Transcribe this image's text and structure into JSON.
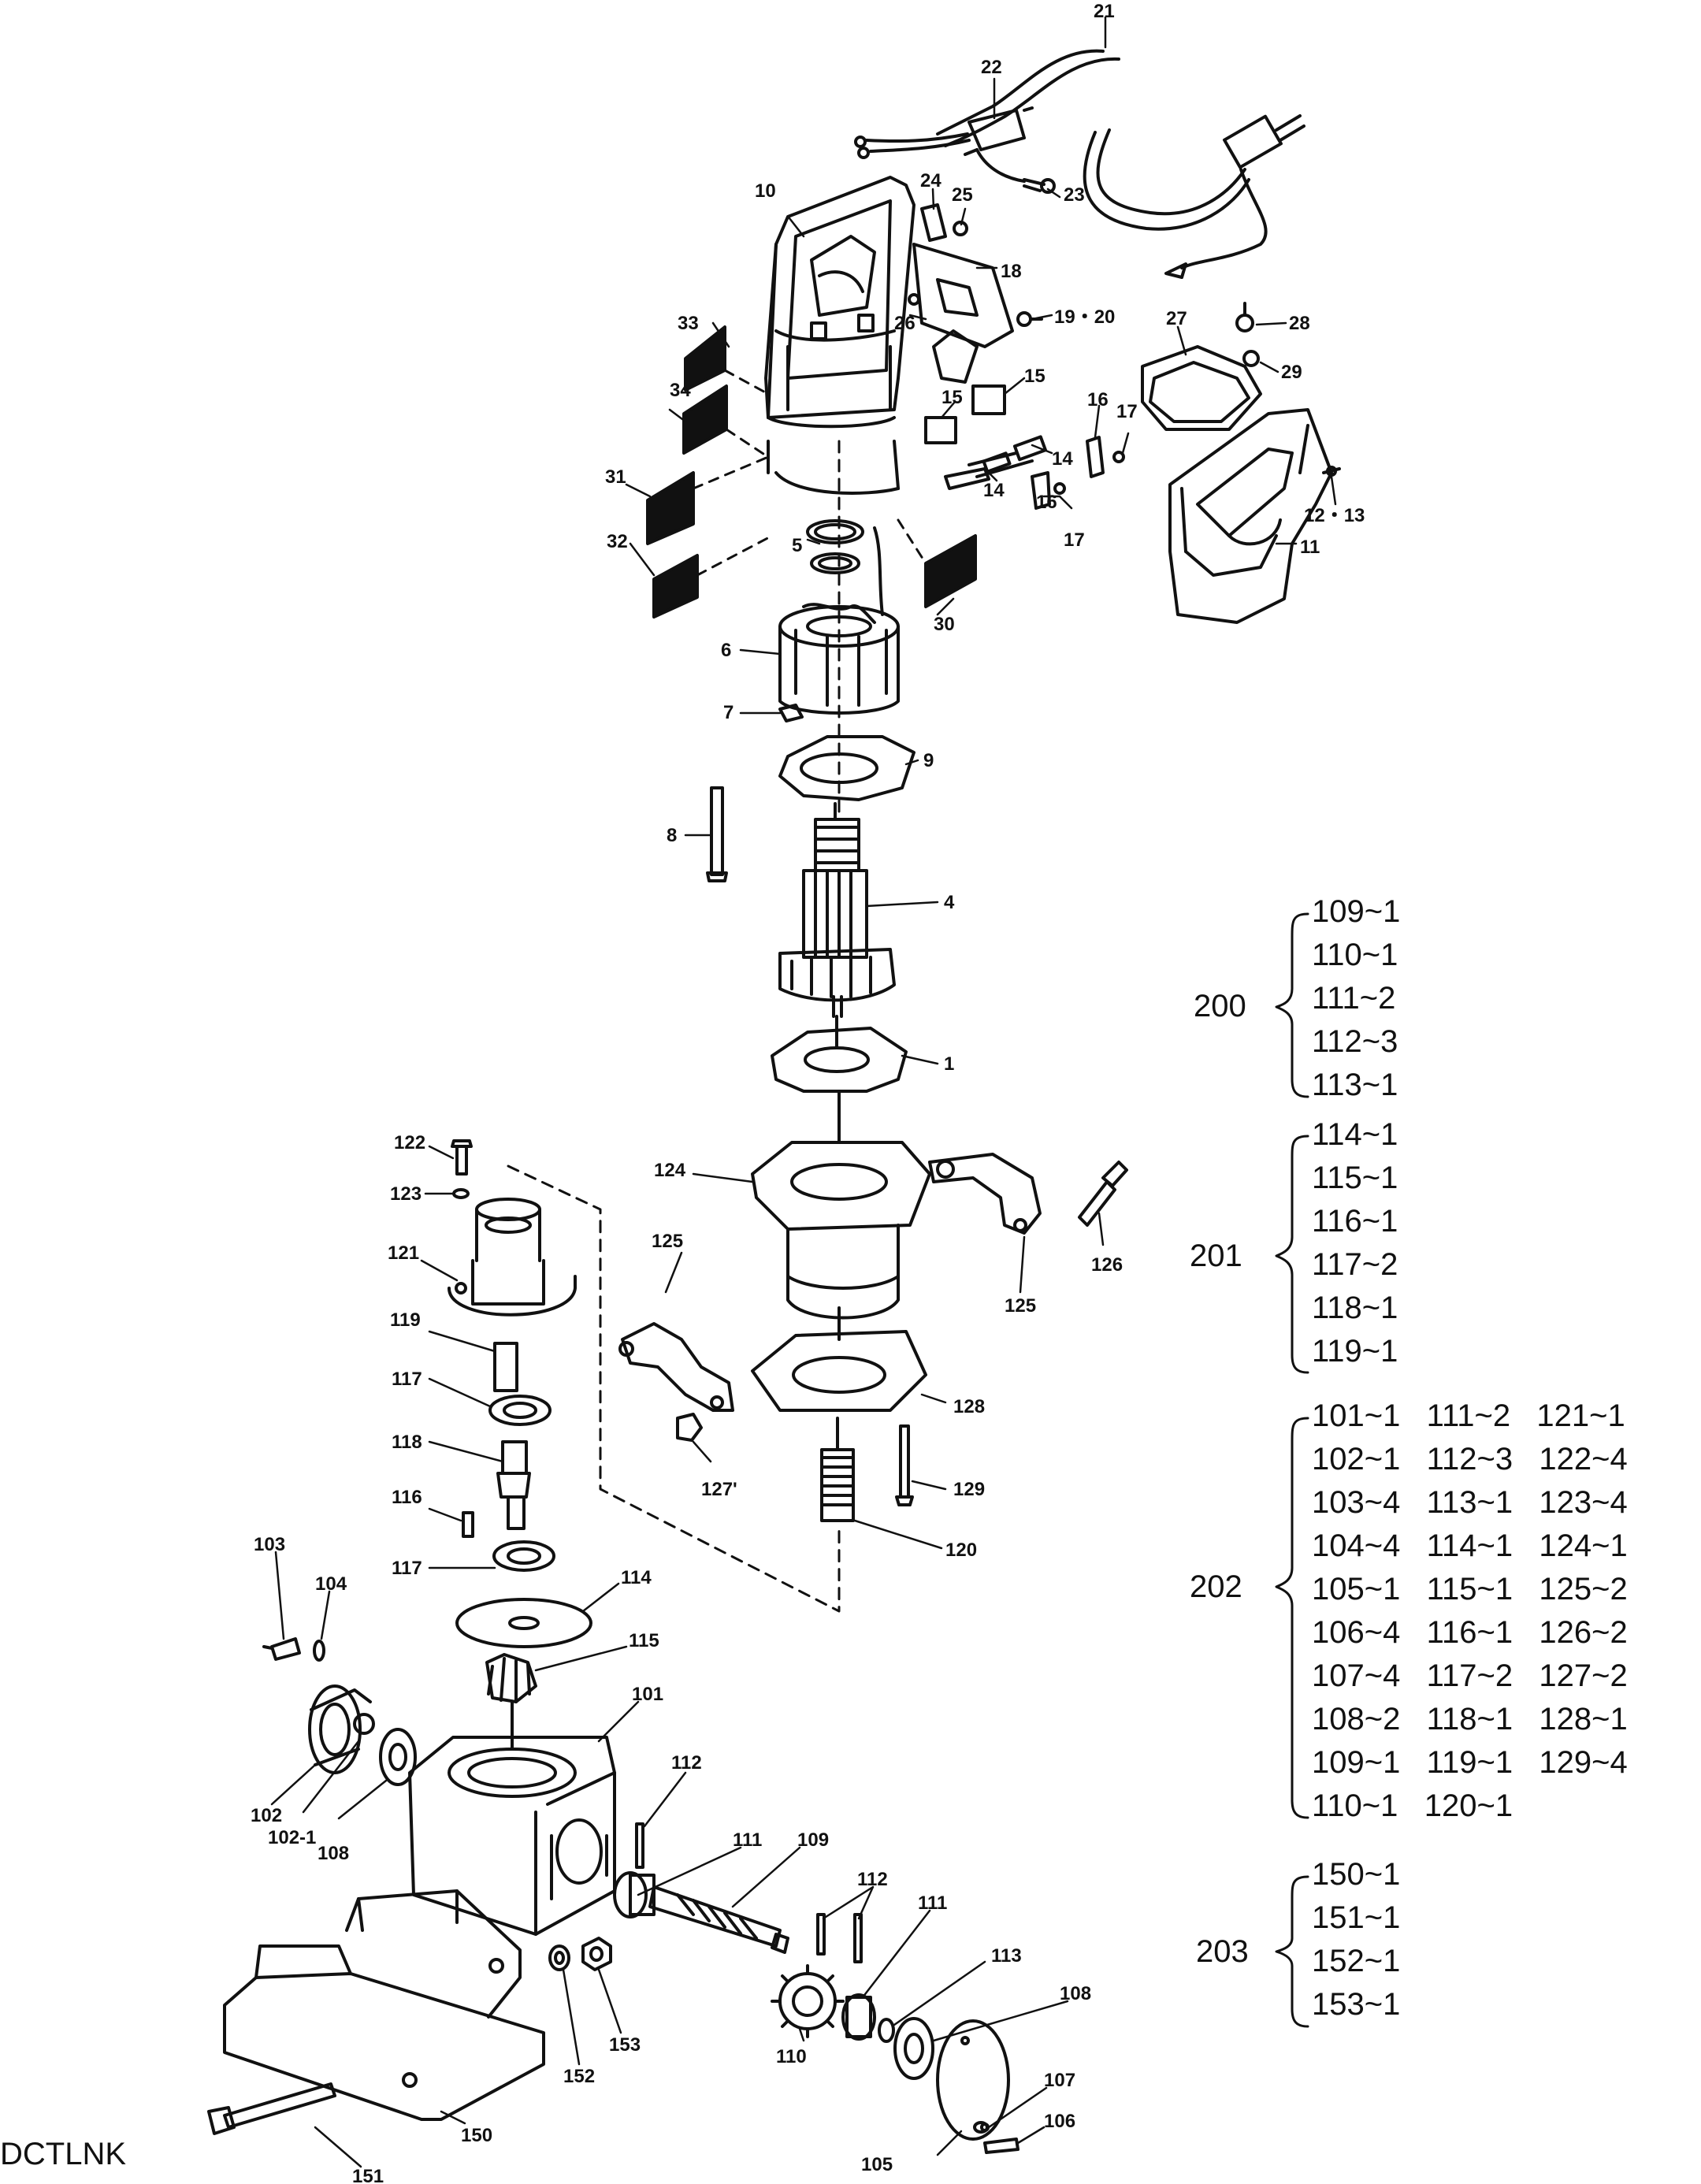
{
  "callouts": [
    {
      "id": "c21",
      "text": "21"
    },
    {
      "id": "c22",
      "text": "22"
    },
    {
      "id": "c23",
      "text": "23"
    },
    {
      "id": "c24",
      "text": "24"
    },
    {
      "id": "c25",
      "text": "25"
    },
    {
      "id": "c10",
      "text": "10"
    },
    {
      "id": "c18",
      "text": "18"
    },
    {
      "id": "c1920",
      "text": "19・20"
    },
    {
      "id": "c26",
      "text": "26"
    },
    {
      "id": "c33",
      "text": "33"
    },
    {
      "id": "c34",
      "text": "34"
    },
    {
      "id": "c31",
      "text": "31"
    },
    {
      "id": "c32",
      "text": "32"
    },
    {
      "id": "c30",
      "text": "30"
    },
    {
      "id": "c5",
      "text": "5"
    },
    {
      "id": "c15a",
      "text": "15"
    },
    {
      "id": "c15b",
      "text": "15"
    },
    {
      "id": "c14a",
      "text": "14"
    },
    {
      "id": "c14b",
      "text": "14"
    },
    {
      "id": "c16a",
      "text": "16"
    },
    {
      "id": "c16b",
      "text": "16"
    },
    {
      "id": "c17a",
      "text": "17"
    },
    {
      "id": "c17b",
      "text": "17"
    },
    {
      "id": "c27",
      "text": "27"
    },
    {
      "id": "c28",
      "text": "28"
    },
    {
      "id": "c29",
      "text": "29"
    },
    {
      "id": "c1213",
      "text": "12・13"
    },
    {
      "id": "c11",
      "text": "11"
    },
    {
      "id": "c6",
      "text": "6"
    },
    {
      "id": "c7",
      "text": "7"
    },
    {
      "id": "c9",
      "text": "9"
    },
    {
      "id": "c8",
      "text": "8"
    },
    {
      "id": "c4",
      "text": "4"
    },
    {
      "id": "c1",
      "text": "1"
    },
    {
      "id": "c122",
      "text": "122"
    },
    {
      "id": "c123",
      "text": "123"
    },
    {
      "id": "c121",
      "text": "121"
    },
    {
      "id": "c124",
      "text": "124"
    },
    {
      "id": "c125a",
      "text": "125"
    },
    {
      "id": "c125b",
      "text": "125"
    },
    {
      "id": "c126",
      "text": "126"
    },
    {
      "id": "c119",
      "text": "119"
    },
    {
      "id": "c117a",
      "text": "117"
    },
    {
      "id": "c118",
      "text": "118"
    },
    {
      "id": "c128",
      "text": "128"
    },
    {
      "id": "c127",
      "text": "127'"
    },
    {
      "id": "c129",
      "text": "129"
    },
    {
      "id": "c120",
      "text": "120"
    },
    {
      "id": "c116",
      "text": "116"
    },
    {
      "id": "c117b",
      "text": "117"
    },
    {
      "id": "c114",
      "text": "114"
    },
    {
      "id": "c115",
      "text": "115"
    },
    {
      "id": "c103",
      "text": "103"
    },
    {
      "id": "c104",
      "text": "104"
    },
    {
      "id": "c101",
      "text": "101"
    },
    {
      "id": "c102",
      "text": "102"
    },
    {
      "id": "c1021",
      "text": "102-1"
    },
    {
      "id": "c108a",
      "text": "108"
    },
    {
      "id": "c112a",
      "text": "112"
    },
    {
      "id": "c111a",
      "text": "111"
    },
    {
      "id": "c109",
      "text": "109"
    },
    {
      "id": "c112b",
      "text": "112"
    },
    {
      "id": "c111b",
      "text": "111"
    },
    {
      "id": "c113",
      "text": "113"
    },
    {
      "id": "c108b",
      "text": "108"
    },
    {
      "id": "c110",
      "text": "110"
    },
    {
      "id": "c107",
      "text": "107"
    },
    {
      "id": "c106",
      "text": "106"
    },
    {
      "id": "c105",
      "text": "105"
    },
    {
      "id": "c150",
      "text": "150"
    },
    {
      "id": "c151",
      "text": "151"
    },
    {
      "id": "c152",
      "text": "152"
    },
    {
      "id": "c153",
      "text": "153"
    }
  ],
  "groups": [
    {
      "id": "200",
      "rows": [
        "109~1",
        "110~1",
        "111~2",
        "112~3",
        "113~1"
      ]
    },
    {
      "id": "201",
      "rows": [
        "114~1",
        "115~1",
        "116~1",
        "117~2",
        "118~1",
        "119~1"
      ]
    },
    {
      "id": "202",
      "rows": [
        "101~1   111~2   121~1",
        "102~1   112~3   122~4",
        "103~4   113~1   123~4",
        "104~4   114~1   124~1",
        "105~1   115~1   125~2",
        "106~4   116~1   126~2",
        "107~4   117~2   127~2",
        "108~2   118~1   128~1",
        "109~1   119~1   129~4",
        "110~1   120~1"
      ]
    },
    {
      "id": "203",
      "rows": [
        "150~1",
        "151~1",
        "152~1",
        "153~1"
      ]
    }
  ],
  "footer": "DCTLNK"
}
